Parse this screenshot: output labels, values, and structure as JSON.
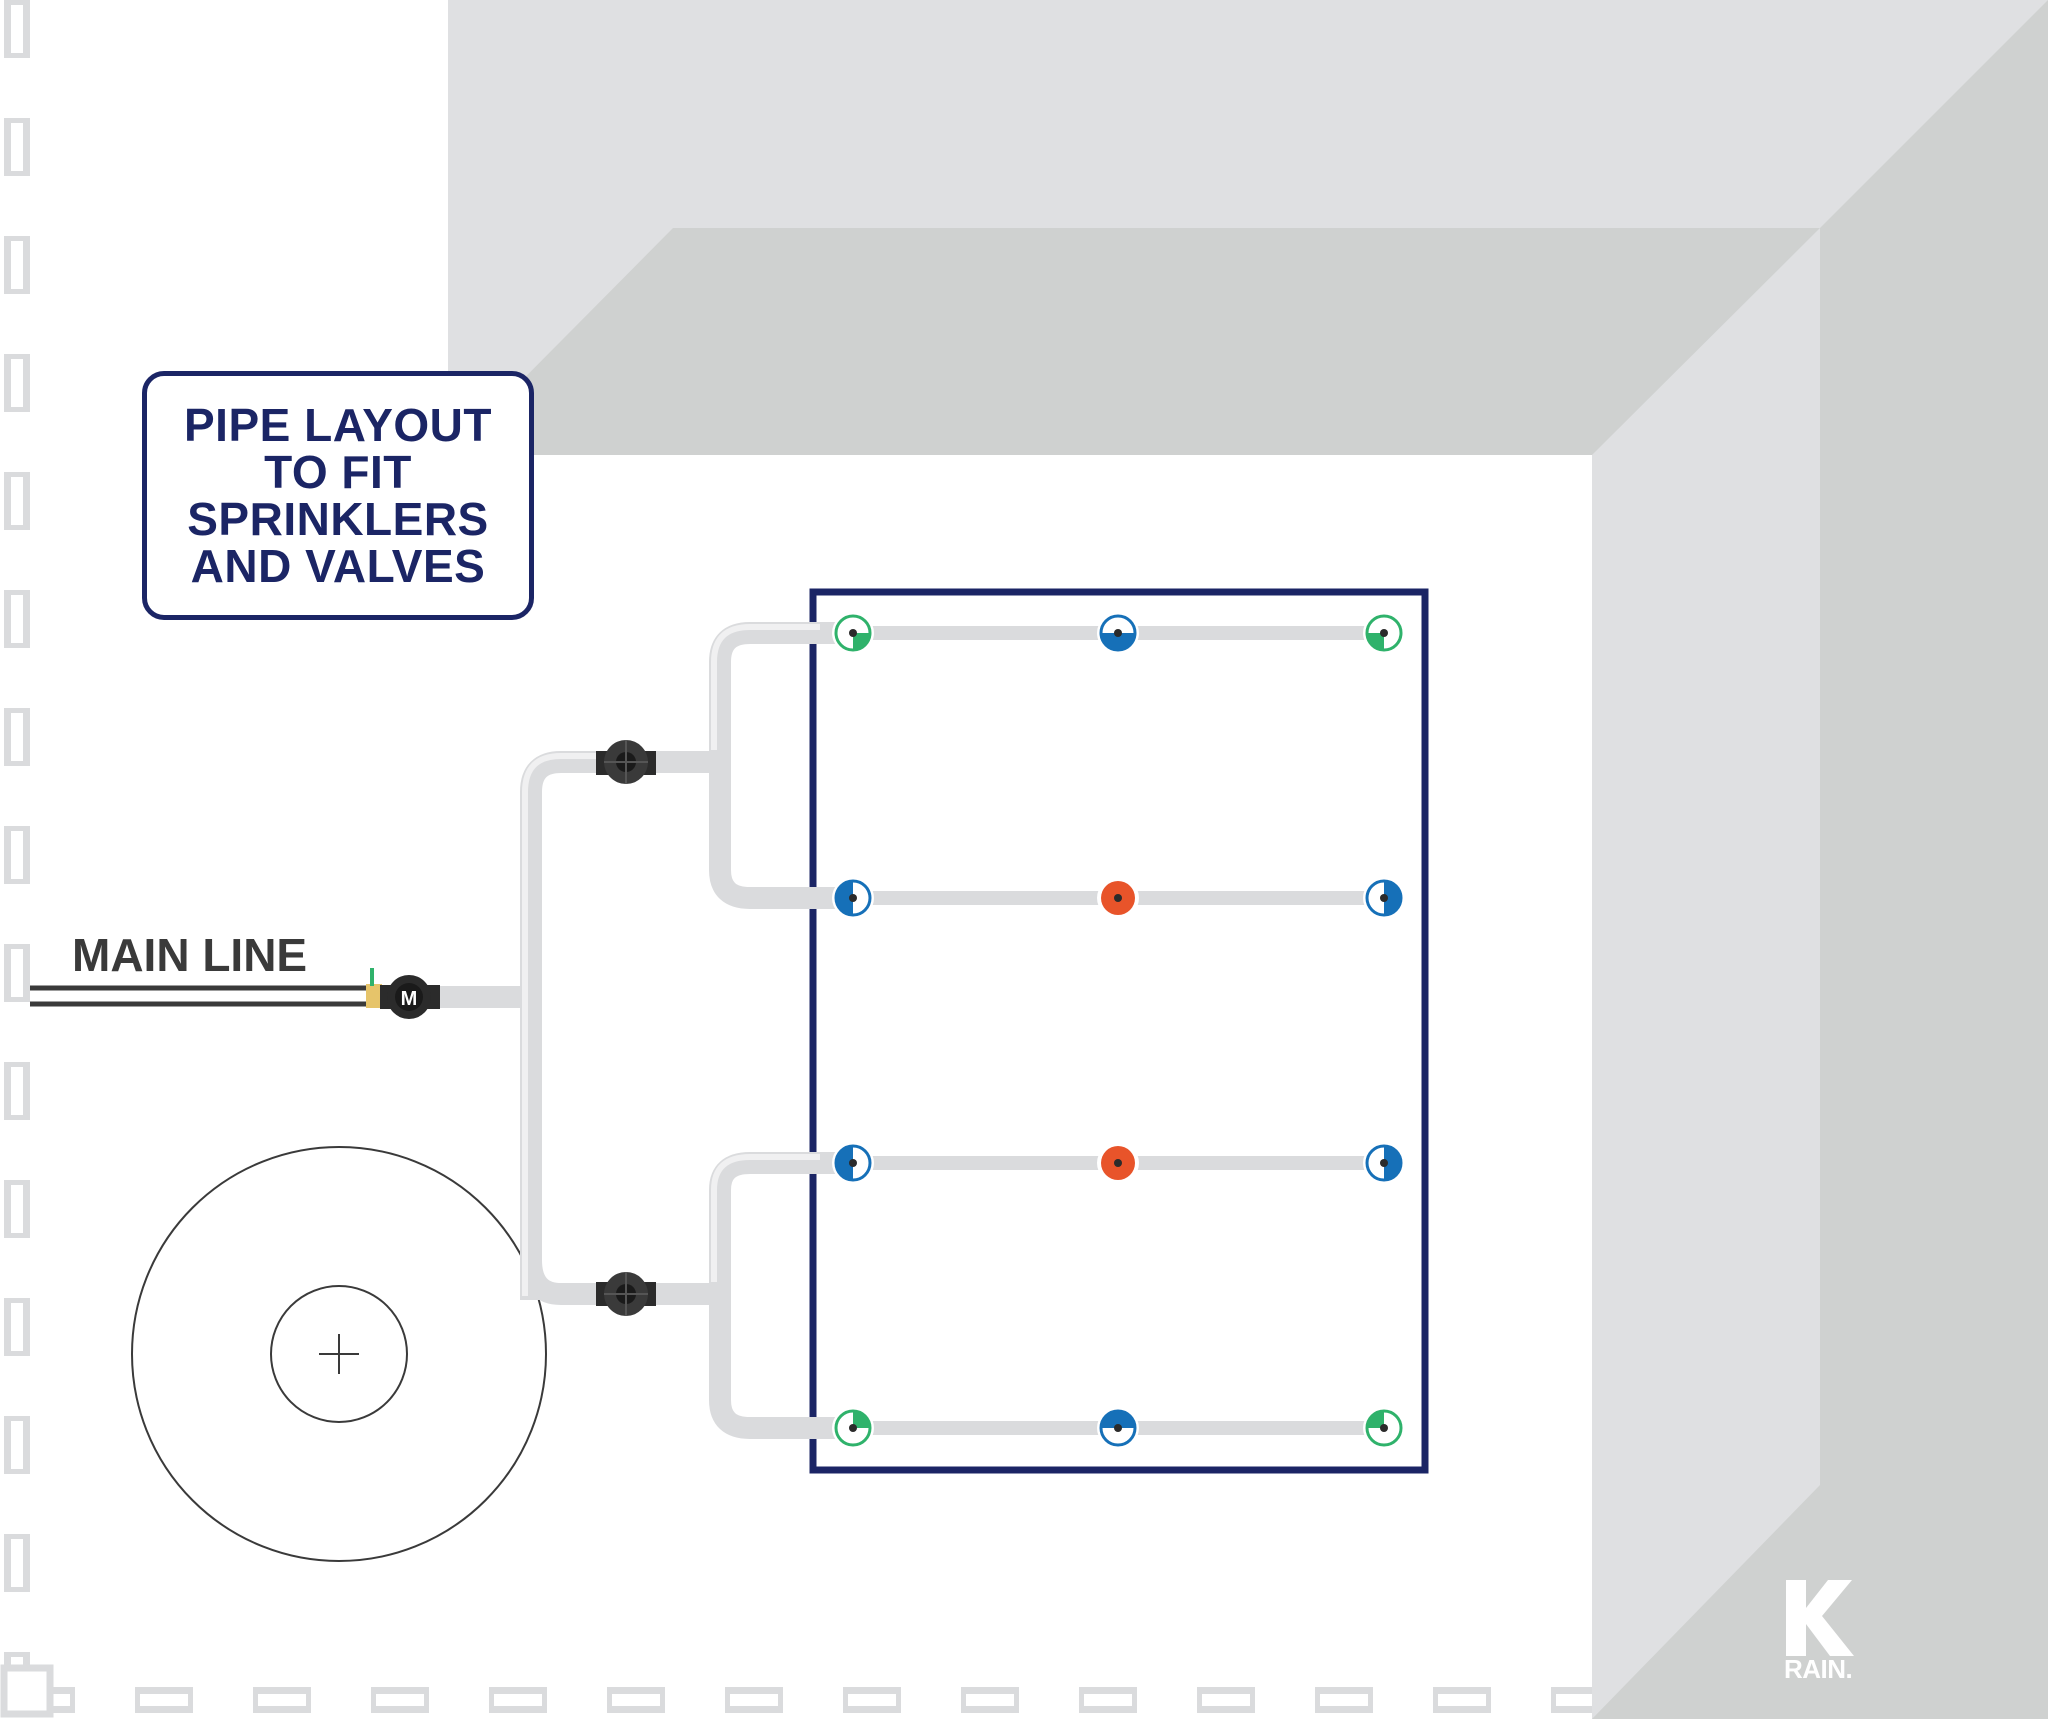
{
  "title": {
    "lines": [
      "PIPE LAYOUT",
      "TO FIT",
      "SPRINKLERS",
      "AND VALVES"
    ]
  },
  "main_line": {
    "label": "MAIN LINE",
    "meter_label": "M"
  },
  "logo": {
    "mark": "K",
    "text": "RAIN."
  },
  "colors": {
    "navy": "#1b2565",
    "pipe": "#dadbdd",
    "house_light": "#dfe0e2",
    "house_dark": "#cfd1d0",
    "green_head": "#2fb26b",
    "blue_head": "#1670b8",
    "orange_head": "#e8542a",
    "valve": "#2b2b2b"
  },
  "sprinkler_heads": [
    {
      "zone": 1,
      "row": 1,
      "col": 1,
      "pattern": "quarter",
      "color": "green"
    },
    {
      "zone": 1,
      "row": 1,
      "col": 2,
      "pattern": "half",
      "color": "blue"
    },
    {
      "zone": 1,
      "row": 1,
      "col": 3,
      "pattern": "quarter",
      "color": "green"
    },
    {
      "zone": 1,
      "row": 2,
      "col": 1,
      "pattern": "half",
      "color": "blue"
    },
    {
      "zone": 1,
      "row": 2,
      "col": 2,
      "pattern": "full",
      "color": "orange"
    },
    {
      "zone": 1,
      "row": 2,
      "col": 3,
      "pattern": "half",
      "color": "blue"
    },
    {
      "zone": 2,
      "row": 3,
      "col": 1,
      "pattern": "half",
      "color": "blue"
    },
    {
      "zone": 2,
      "row": 3,
      "col": 2,
      "pattern": "full",
      "color": "orange"
    },
    {
      "zone": 2,
      "row": 3,
      "col": 3,
      "pattern": "half",
      "color": "blue"
    },
    {
      "zone": 2,
      "row": 4,
      "col": 1,
      "pattern": "quarter",
      "color": "green"
    },
    {
      "zone": 2,
      "row": 4,
      "col": 2,
      "pattern": "half",
      "color": "blue"
    },
    {
      "zone": 2,
      "row": 4,
      "col": 3,
      "pattern": "quarter",
      "color": "green"
    }
  ],
  "valves": [
    {
      "zone": 1,
      "icon": "valve-icon"
    },
    {
      "zone": 2,
      "icon": "valve-icon"
    }
  ]
}
